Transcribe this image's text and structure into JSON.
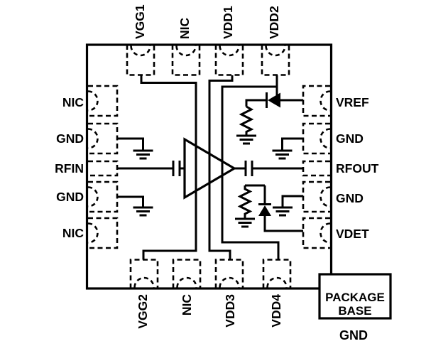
{
  "pins": {
    "top": [
      "VGG1",
      "NIC",
      "VDD1",
      "VDD2"
    ],
    "left": [
      "NIC",
      "GND",
      "RFIN",
      "GND",
      "NIC"
    ],
    "right": [
      "VREF",
      "GND",
      "RFOUT",
      "GND",
      "VDET"
    ],
    "bottom": [
      "VGG2",
      "NIC",
      "VDD3",
      "VDD4"
    ]
  },
  "package": {
    "label_line1": "PACKAGE",
    "label_line2": "BASE",
    "ground_label": "GND"
  },
  "colors": {
    "line": "#000000",
    "background": "#ffffff"
  }
}
